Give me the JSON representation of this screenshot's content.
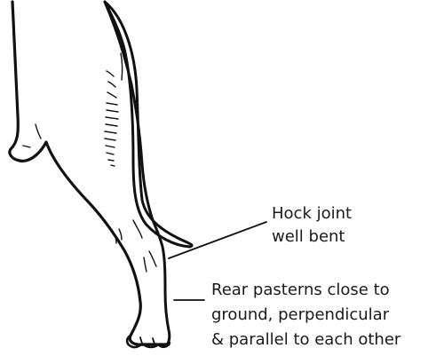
{
  "diagram": {
    "labels": {
      "hock": [
        "Hock joint",
        "well bent"
      ],
      "pasterns": [
        "Rear pasterns close to",
        "ground, perpendicular",
        "& parallel to each other"
      ]
    },
    "colors": {
      "ink": "#111111",
      "paper": "#ffffff",
      "text": "#1a1a1a"
    }
  }
}
